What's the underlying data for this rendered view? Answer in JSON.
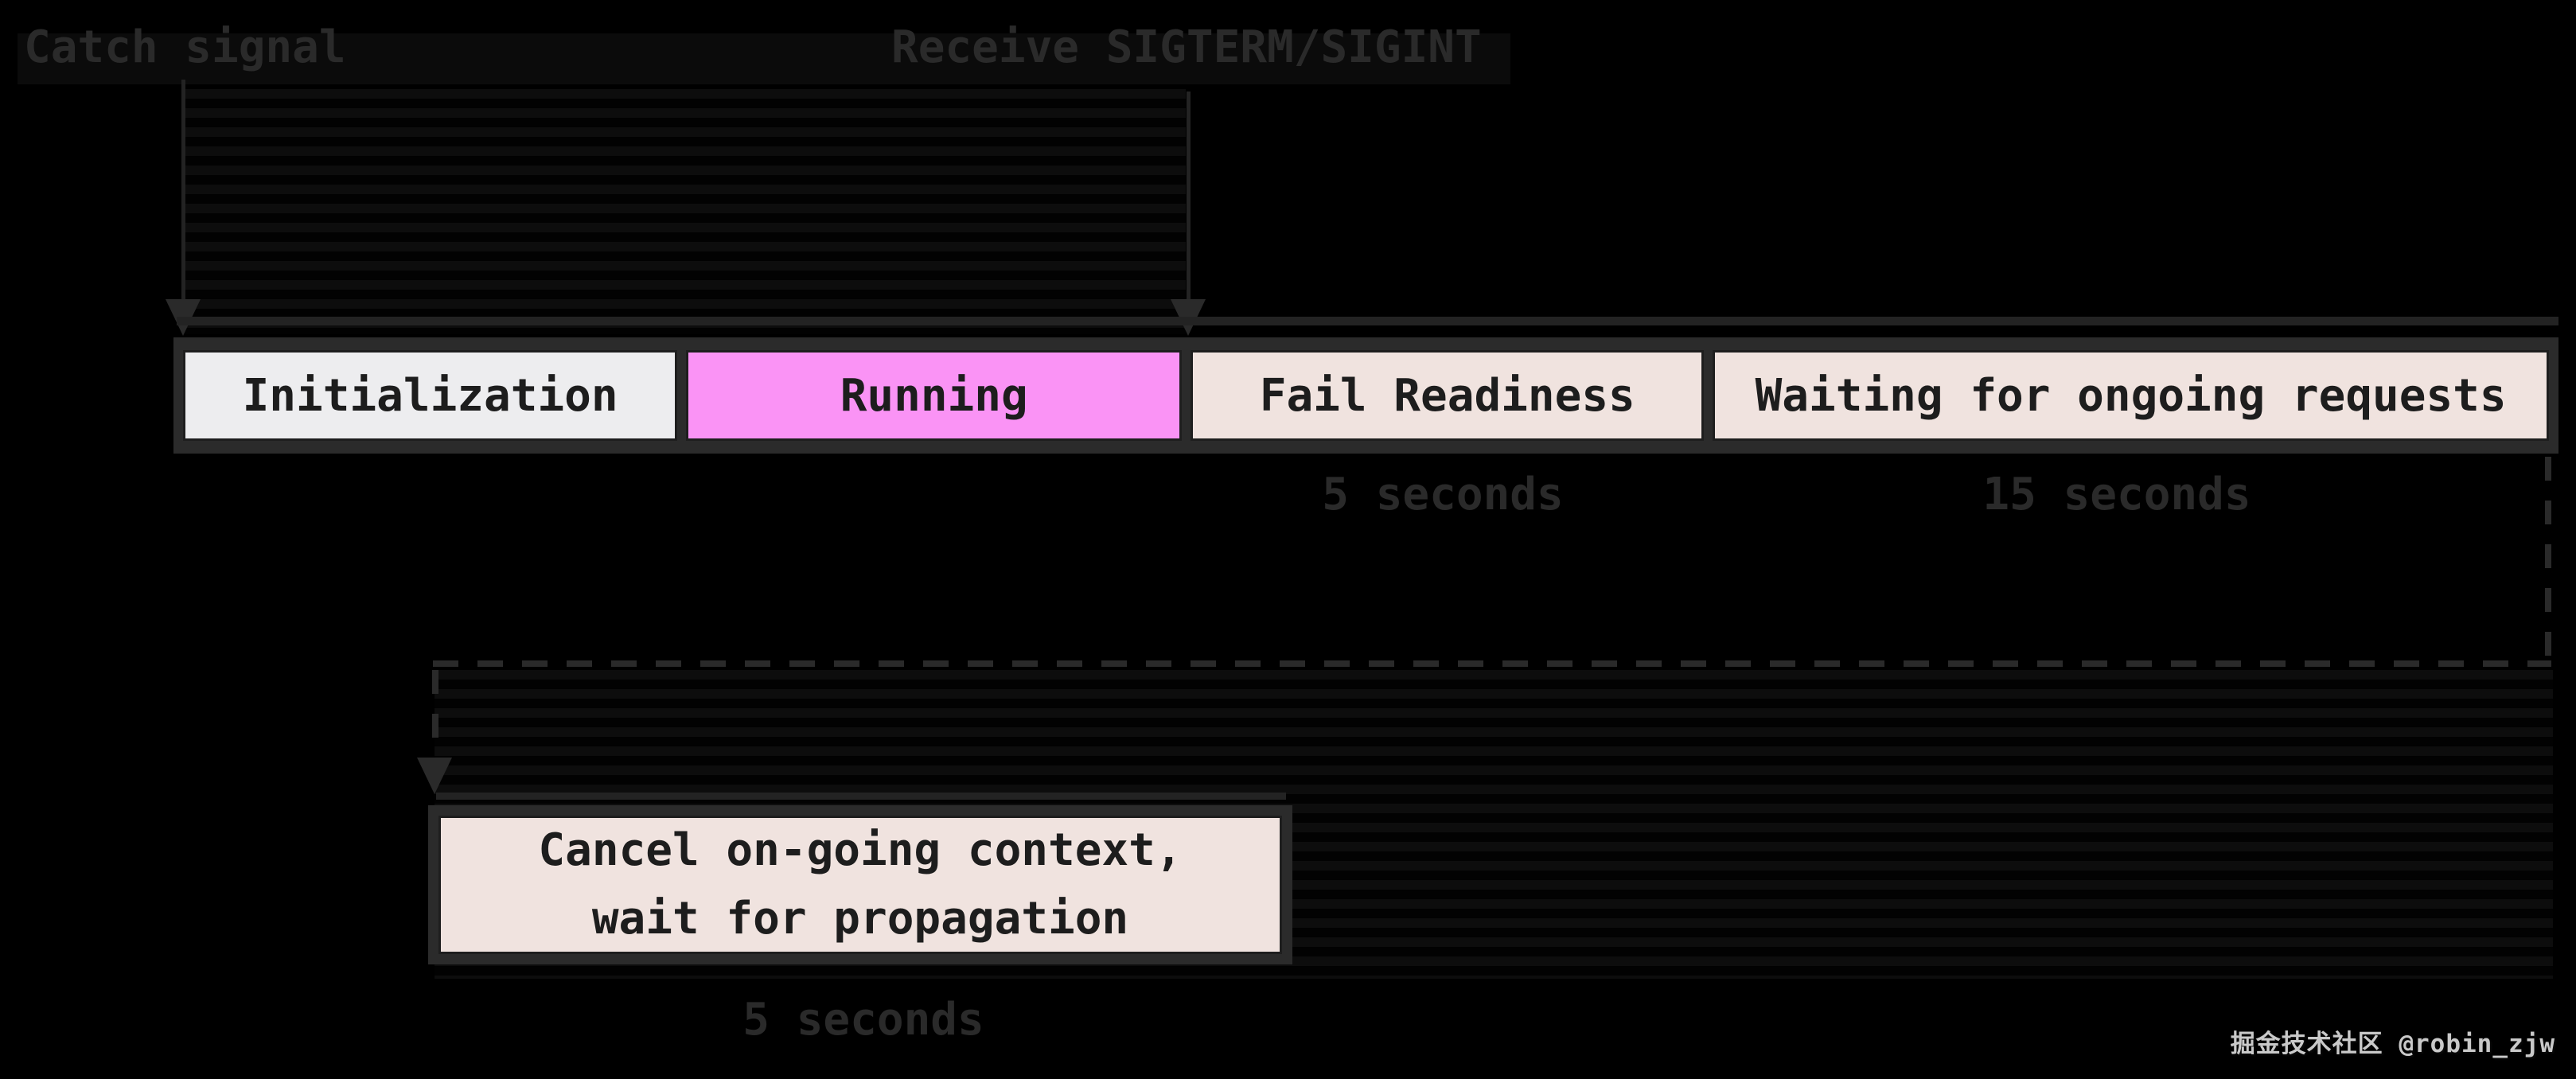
{
  "events": {
    "catch_signal": "Catch signal",
    "receive_signal": "Receive SIGTERM/SIGINT"
  },
  "timeline": {
    "segments": [
      {
        "label": "Initialization",
        "fill": "#ededef"
      },
      {
        "label": "Running",
        "fill": "#fa93f5"
      },
      {
        "label": "Fail Readiness",
        "fill": "#f0e3df",
        "duration": "5 seconds"
      },
      {
        "label": "Waiting for ongoing requests",
        "fill": "#f0e3df",
        "duration": "15 seconds"
      }
    ]
  },
  "shutdown": {
    "box_line1": "Cancel on-going context,",
    "box_line2": "wait for propagation",
    "duration": "5 seconds"
  },
  "watermark": "掘金技术社区 @robin_zjw",
  "colors": {
    "background": "#000000",
    "bar_frame": "#2b2b2b",
    "segment_border": "#1e1e1e",
    "segment_text": "#1d1d1d",
    "dim_text": "#2a2a2a",
    "connector": "#2a2a2a",
    "light_segment": "#ededef",
    "pink_segment": "#fa93f5",
    "beige_segment": "#f0e3df",
    "watermark_text": "#c9c9c9"
  }
}
